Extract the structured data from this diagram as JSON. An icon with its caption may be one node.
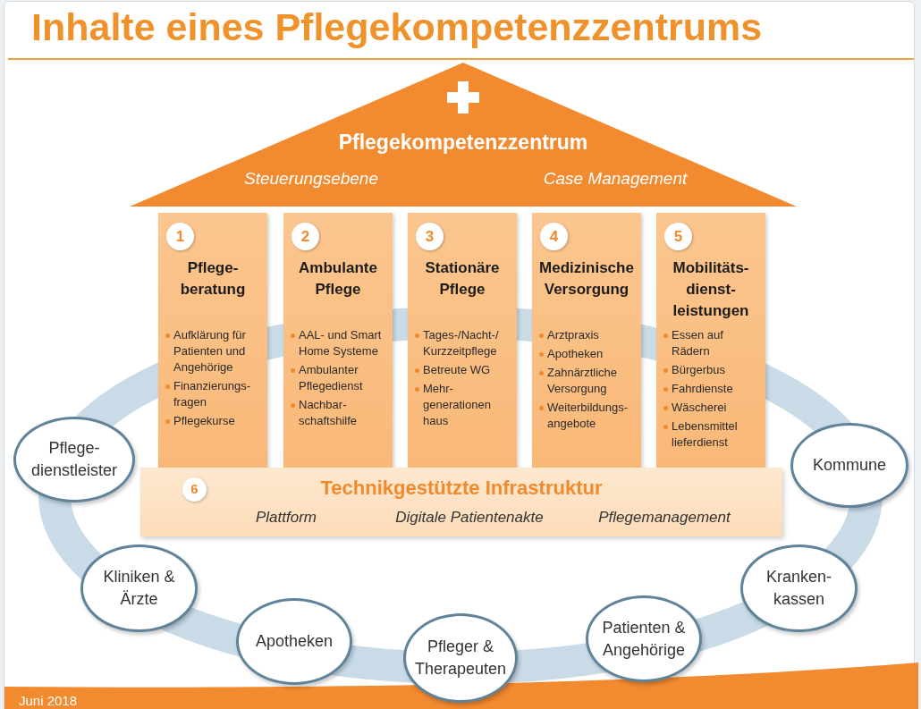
{
  "diagram": {
    "title": "Inhalte eines Pflegekompetenzzentrums",
    "nodes": [
      {
        "text": [
          "Pflegekompetenzzentrum",
          "Steuerungsebene",
          "Case Management"
        ]
      },
      {
        "text": [
          "1",
          "Pflege- beratung",
          "Aufklärung für Patienten und Angehörige",
          "Finanzierungs- fragen",
          "Pflegekurse"
        ]
      },
      {
        "text": [
          "2",
          "Ambulante Pflege",
          "AAL- und Smart Home Systeme",
          "Ambulanter Pflegedienst",
          "Nachbar- schaftshilfe"
        ]
      },
      {
        "text": [
          "3",
          "Stationäre Pflege",
          "Tages-/Nacht-/ Kurzzeitpflege",
          "Betreute WG",
          "Mehr- generationen haus"
        ]
      },
      {
        "text": [
          "4",
          "Medizinische Versorgung",
          "Arztpraxis",
          "Apotheken",
          "Zahnärztliche Versorgung",
          "Weiterbildungs- angebote"
        ]
      },
      {
        "text": [
          "5",
          "Mobilitäts- dienst- leistungen",
          "Essen auf Rädern",
          "Bürgerbus",
          "Fahrdienste",
          "Wäscherei",
          "Lebensmittel lieferdienst"
        ]
      },
      {
        "text": [
          "6",
          "Technikgestützte Infrastruktur",
          "Plattform",
          "Digitale Patientenakte",
          "Pflegemanagement"
        ]
      },
      {
        "text": [
          "Pflege- dienstleister"
        ]
      },
      {
        "text": [
          "Kommune"
        ]
      },
      {
        "text": [
          "Kliniken & Ärzte"
        ]
      },
      {
        "text": [
          "Kranken- kassen"
        ]
      },
      {
        "text": [
          "Apotheken"
        ]
      },
      {
        "text": [
          "Patienten & Angehörige"
        ]
      },
      {
        "text": [
          "Pfleger & Therapeuten"
        ]
      }
    ],
    "labels": [
      "Juni 2018"
    ]
  }
}
